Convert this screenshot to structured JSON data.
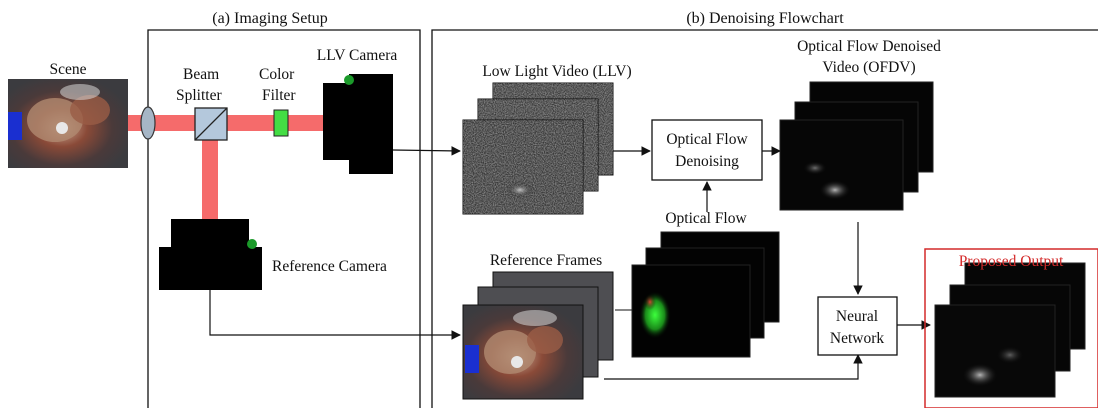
{
  "panels": {
    "imaging_setup": {
      "title": "(a) Imaging Setup"
    },
    "denoising_flowchart": {
      "title": "(b) Denoising Flowchart"
    }
  },
  "imaging_setup": {
    "scene_label": "Scene",
    "beam_splitter_label": [
      "Beam",
      "Splitter"
    ],
    "color_filter_label": [
      "Color",
      "Filter"
    ],
    "llv_camera_label": "LLV Camera",
    "reference_camera_label": "Reference Camera"
  },
  "flowchart": {
    "llv_label": "Low Light Video (LLV)",
    "optical_flow_denoising": [
      "Optical Flow",
      "Denoising"
    ],
    "ofdv_label": [
      "Optical Flow Denoised",
      "Video (OFDV)"
    ],
    "optical_flow_label": "Optical Flow",
    "reference_frames_label": "Reference Frames",
    "neural_network": [
      "Neural",
      "Network"
    ],
    "proposed_output_label": "Proposed Output"
  },
  "colors": {
    "beam": "#f56b6b",
    "filter": "#44dd44",
    "beam_splitter": "#b4c8dc",
    "lens": "#a6b6c6",
    "indicator": "#1b9a2a",
    "proposed_output": "#d42a2a",
    "line": "#111111"
  },
  "icons": [
    "lens-icon",
    "beam-splitter-icon",
    "color-filter-icon",
    "camera-icon",
    "camera-indicator-icon"
  ]
}
